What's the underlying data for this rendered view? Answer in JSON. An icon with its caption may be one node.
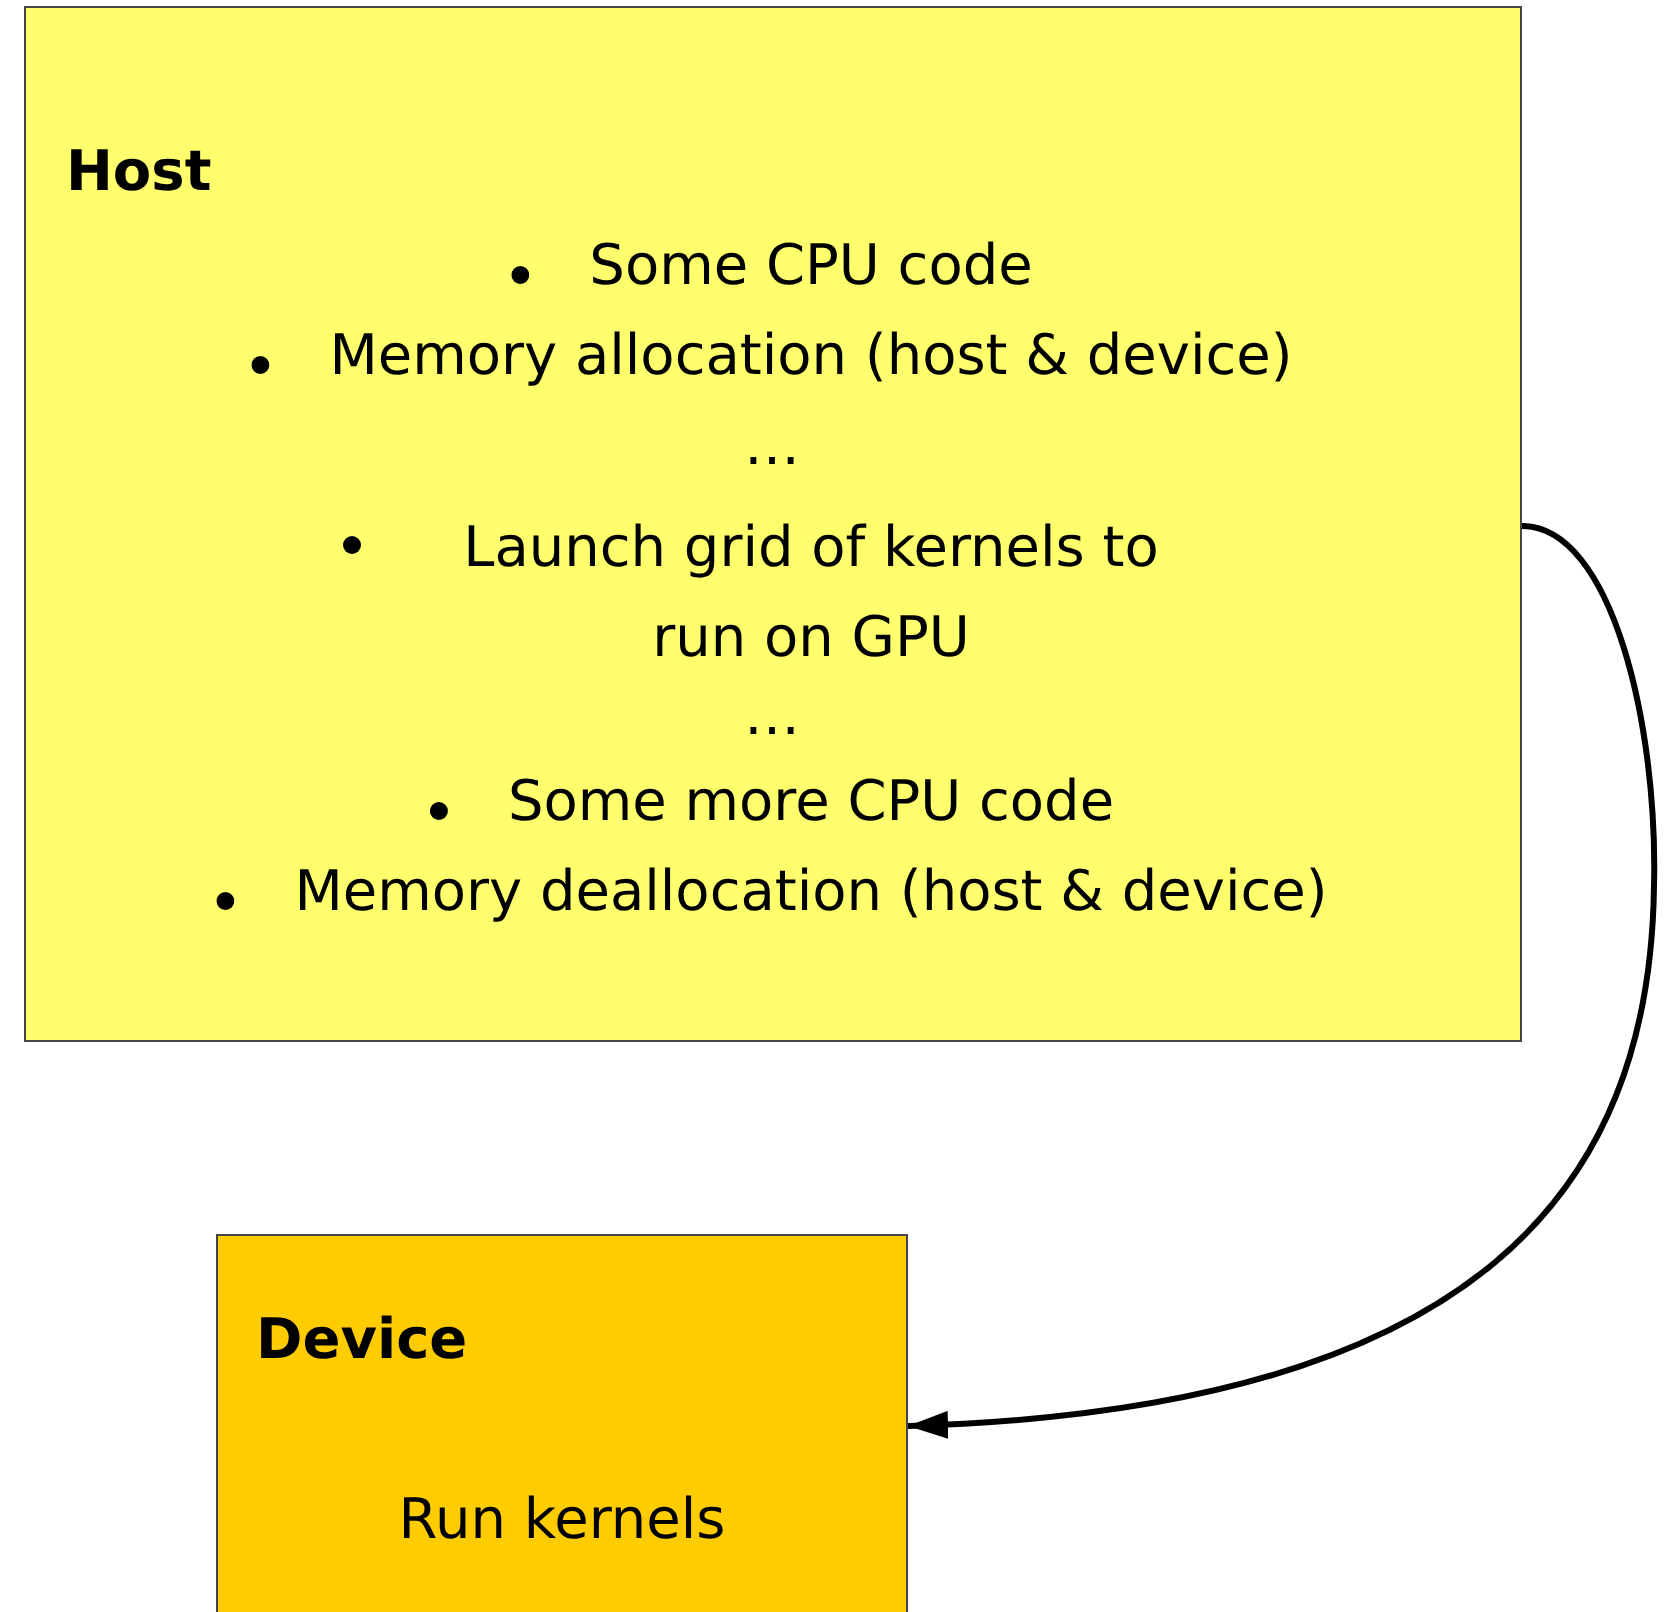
{
  "diagram": {
    "nodes": [
      {
        "text": [
          "Host",
          "Some CPU code",
          "Memory allocation (host & device)",
          "…",
          "Launch grid of kernels to run on GPU",
          "…",
          "Some more CPU code",
          "Memory deallocation (host & device)"
        ]
      },
      {
        "text": [
          "Device",
          "Run kernels"
        ]
      }
    ],
    "edges": [
      {
        "from": 0,
        "to": 1,
        "arrow": "to"
      }
    ]
  }
}
